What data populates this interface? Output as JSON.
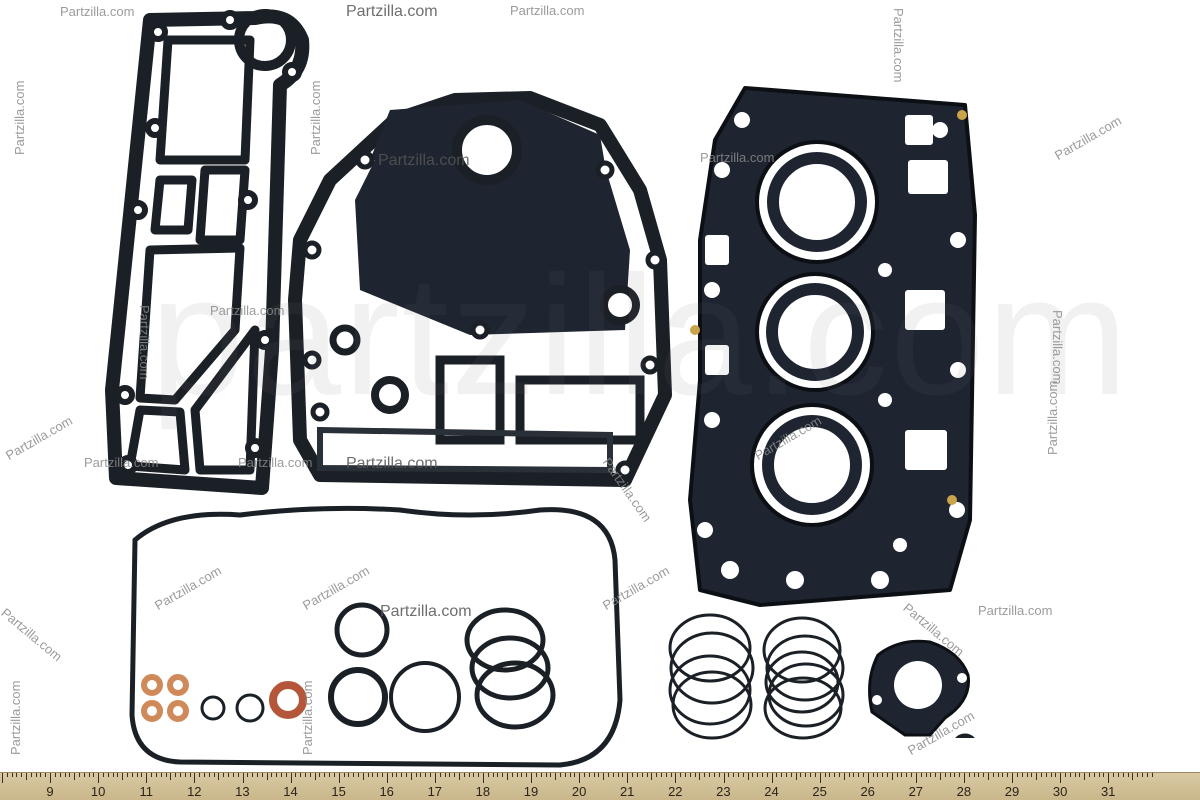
{
  "photo": {
    "subject": "gasket-kit-photo",
    "colors": {
      "gasket": "#1b2026",
      "gasket_edge": "#0c0f13",
      "copper": "#d08a5a",
      "background": "#ffffff",
      "ruler": "#d3c296"
    }
  },
  "watermarks": {
    "brand": "Partzilla.com",
    "big": "partzilla.com",
    "alt": "Partzilla.com"
  },
  "ruler": {
    "numbers": [
      "9",
      "10",
      "11",
      "12",
      "13",
      "14",
      "15",
      "16",
      "17",
      "18",
      "19",
      "20",
      "21",
      "22",
      "23",
      "24",
      "25",
      "26",
      "27",
      "28",
      "29",
      "30",
      "31"
    ]
  }
}
